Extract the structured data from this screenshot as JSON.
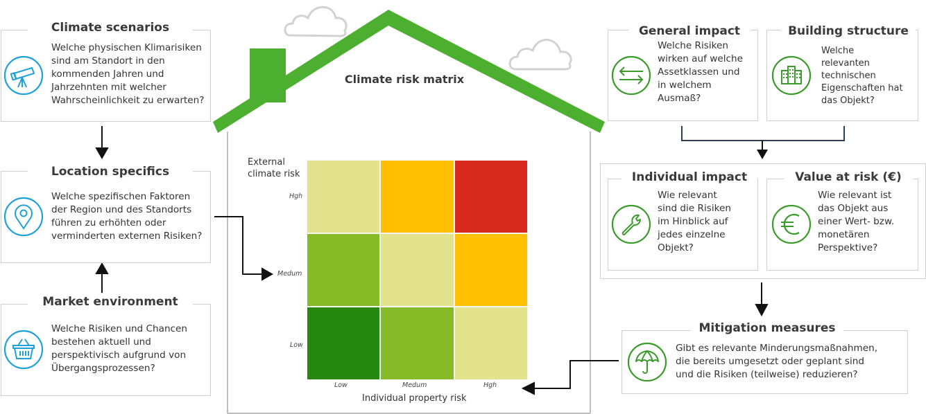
{
  "left_column": [
    {
      "id": "climate-scenarios",
      "title": "Climate scenarios",
      "icon": "telescope-icon",
      "lines": [
        "Welche physischen Klimarisiken",
        "sind am Standort in den",
        "kommenden Jahren und",
        "Jahrzehnten mit welcher",
        "Wahrscheinlichkeit zu erwarten?"
      ]
    },
    {
      "id": "location-specifics",
      "title": "Location specifics",
      "icon": "map-pin-icon",
      "lines": [
        "Welche spezifischen Faktoren",
        "der Region und des Standorts",
        "führen zu erhöhten oder",
        "verminderten externen Risiken?"
      ]
    },
    {
      "id": "market-environment",
      "title": "Market environment",
      "icon": "shopping-basket-icon",
      "lines": [
        "Welche Risiken und Chancen",
        "bestehen aktuell und",
        "perspektivisch aufgrund von",
        "Übergangsprozessen?"
      ]
    }
  ],
  "center": {
    "title": "Climate risk matrix"
  },
  "right_column": {
    "general_impact": {
      "title": "General impact",
      "icon": "exchange-arrows-icon",
      "lines": [
        "Welche Risiken",
        "wirken auf welche",
        "Assetklassen und",
        "in welchem",
        "Ausmaß?"
      ]
    },
    "building_structure": {
      "title": "Building structure",
      "icon": "buildings-icon",
      "lines": [
        "Welche",
        "relevanten",
        "technischen",
        "Eigenschaften hat",
        "das Objekt?"
      ]
    },
    "individual_impact": {
      "title": "Individual impact",
      "icon": "wrench-icon",
      "lines": [
        "Wie relevant",
        "sind die Risiken",
        "im Hinblick auf",
        "jedes einzelne",
        "Objekt?"
      ]
    },
    "value_at_risk": {
      "title": "Value at risk (€)",
      "icon": "euro-icon",
      "lines": [
        "Wie relevant ist",
        "das Objekt aus",
        "einer Wert- bzw.",
        "monetären",
        "Perspektive?"
      ]
    },
    "mitigation": {
      "title": "Mitigation measures",
      "icon": "umbrella-icon",
      "lines": [
        "Gibt es relevante Minderungsmaßnahmen,",
        "die bereits umgesetzt oder geplant sind",
        "und die Risiken (teilweise) reduzieren?"
      ]
    }
  },
  "colors": {
    "roof_green": "#4caf2f",
    "left_icon_blue": "#1ea0d8",
    "right_icon_green": "#3a9a2a",
    "arrow": "#111111",
    "connector_navy": "#2c3e55",
    "cloud_gray": "#d0d0d0"
  },
  "chart_data": {
    "type": "heatmap",
    "title": "Climate risk matrix",
    "xlabel": "Individual property risk",
    "ylabel": "External climate risk",
    "x_categories": [
      "Low",
      "Medum",
      "Hgh"
    ],
    "y_categories": [
      "Hgh",
      "Medum",
      "Low"
    ],
    "risk_levels": [
      [
        2,
        3,
        4
      ],
      [
        1,
        2,
        3
      ],
      [
        0,
        1,
        2
      ]
    ],
    "level_colors": [
      "#27880f",
      "#86bb27",
      "#e3e38e",
      "#fec000",
      "#d82a1d"
    ]
  }
}
